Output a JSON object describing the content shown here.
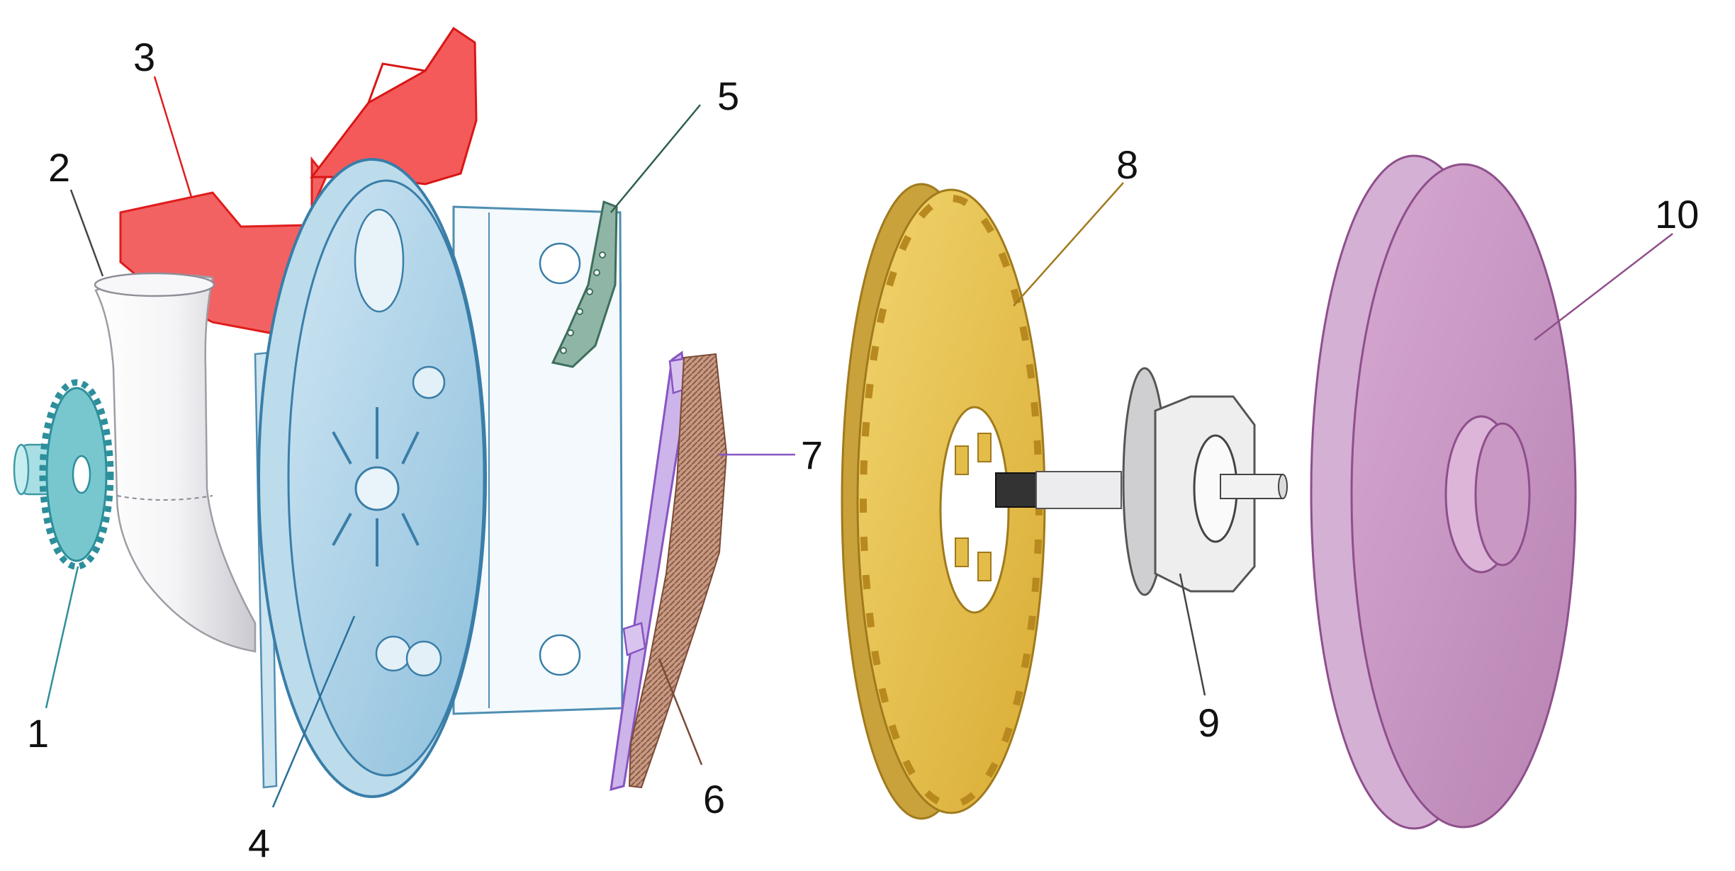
{
  "colors": {
    "gear": "#6fc3cc",
    "inlet_pipe": "#e9e9ec",
    "red_part": "#ef3b3b",
    "housing": "#8fc2de",
    "scraper": "#7fa898",
    "brush": "#b8826a",
    "purple_strip": "#b191d6",
    "yellow_disc": "#e8c04e",
    "hub": "#d8d8da",
    "pink_disc": "#c997c4"
  },
  "callouts": [
    {
      "id": "c1",
      "label": "1"
    },
    {
      "id": "c2",
      "label": "2"
    },
    {
      "id": "c3",
      "label": "3"
    },
    {
      "id": "c4",
      "label": "4"
    },
    {
      "id": "c5",
      "label": "5"
    },
    {
      "id": "c6",
      "label": "6"
    },
    {
      "id": "c7",
      "label": "7"
    },
    {
      "id": "c8",
      "label": "8"
    },
    {
      "id": "c9",
      "label": "9"
    },
    {
      "id": "c10",
      "label": "10"
    }
  ]
}
